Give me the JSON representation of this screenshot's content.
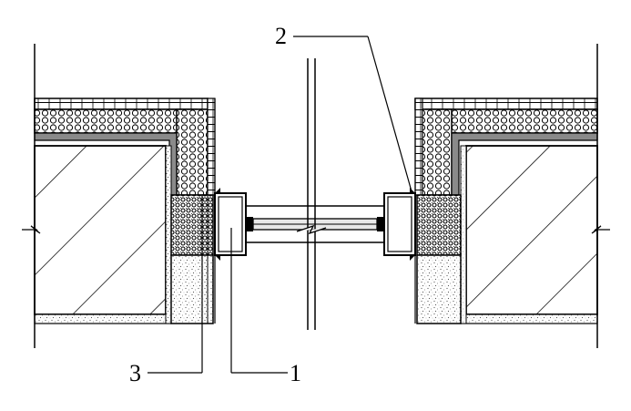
{
  "labels": {
    "frame": "1",
    "sealant": "2",
    "filler": "3"
  },
  "colors": {
    "line": "#000000",
    "background": "#ffffff",
    "plaster": "#f4f4f4",
    "membrane": "#8a8a8a",
    "glass": "#e8e8e8"
  }
}
